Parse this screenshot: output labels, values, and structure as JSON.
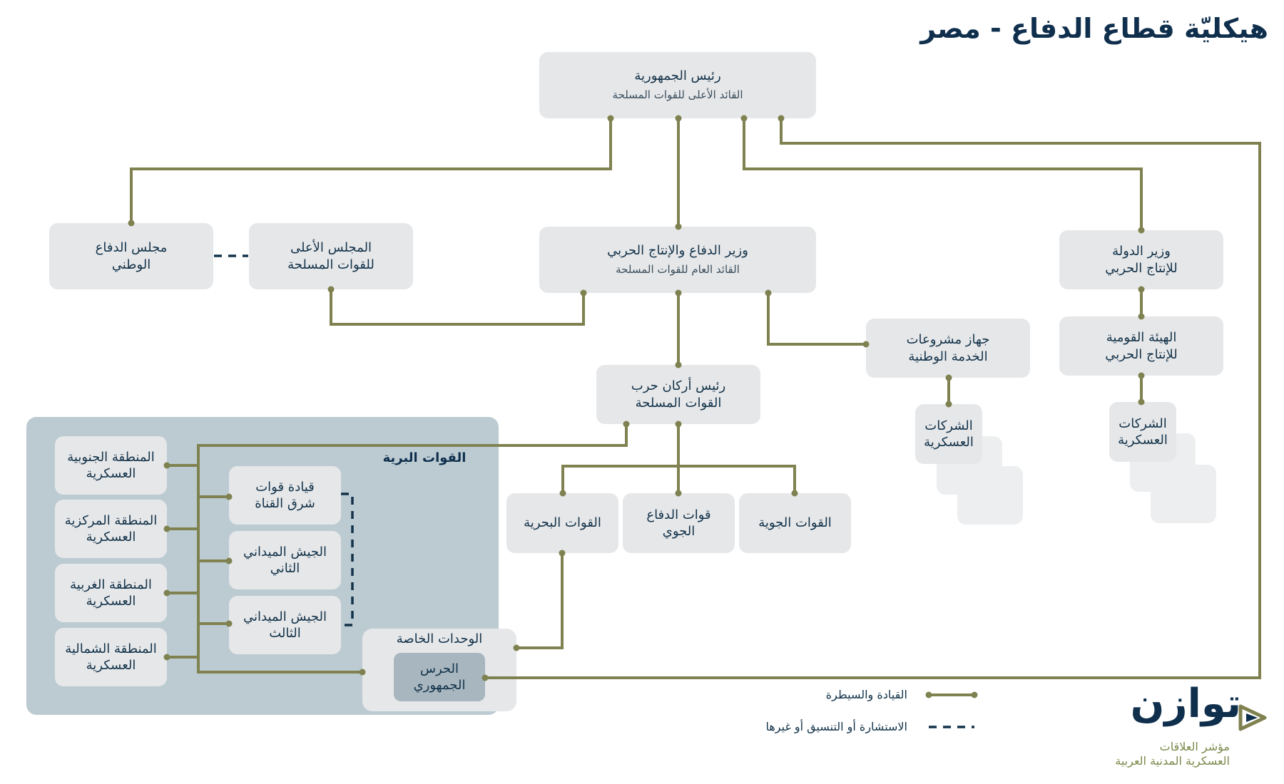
{
  "title": "هيكليّة قطاع الدفاع - مصر",
  "colors": {
    "command_line": "#7f8250",
    "coordination_line": "#13334a",
    "box_bg": "#e6e7e9",
    "panel_bg": "#bccbd2",
    "title_color": "#0f2f4d",
    "logo_tag_color": "#7a8a4a"
  },
  "nodes": {
    "president": {
      "title": "رئيس الجمهورية",
      "subtitle": "القائد الأعلى للقوات المسلحة"
    },
    "defense_council": {
      "title": "مجلس الدفاع\nالوطني"
    },
    "scaf": {
      "title": "المجلس الأعلى\nللقوات المسلحة"
    },
    "defense_minister": {
      "title": "وزير الدفاع والإنتاج الحربي",
      "subtitle": "القائد العام للقوات المسلحة"
    },
    "state_minister": {
      "title": "وزير الدولة\nللإنتاج الحربي"
    },
    "national_authority": {
      "title": "الهيئة القومية\nللإنتاج الحربي"
    },
    "nsp_org": {
      "title": "جهاز مشروعات\nالخدمة الوطنية"
    },
    "chief_of_staff": {
      "title": "رئيس أركان حرب\nالقوات المسلحة"
    },
    "companies_nsp": {
      "title": "الشركات\nالعسكرية"
    },
    "companies_mp": {
      "title": "الشركات\nالعسكرية"
    },
    "navy": {
      "title": "القوات البحرية"
    },
    "air_defense": {
      "title": "قوات الدفاع\nالجوي"
    },
    "air_force": {
      "title": "القوات الجوية"
    },
    "zone_south": {
      "title": "المنطقة الجنوبية\nالعسكرية"
    },
    "zone_central": {
      "title": "المنطقة المركزية\nالعسكرية"
    },
    "zone_west": {
      "title": "المنطقة الغربية\nالعسكرية"
    },
    "zone_north": {
      "title": "المنطقة الشمالية\nالعسكرية"
    },
    "east_canal": {
      "title": "قيادة قوات\nشرق القناة"
    },
    "second_army": {
      "title": "الجيش الميداني\nالثاني"
    },
    "third_army": {
      "title": "الجيش الميداني\nالثالث"
    }
  },
  "ground_forces_label": "القوات البرية",
  "special_units": {
    "title": "الوحدات الخاصة",
    "guard": "الحرس\nالجمهوري"
  },
  "legend": {
    "command": "القيادة والسيطرة",
    "coordination": "الاستشارة أو التنسيق أو غيرها"
  },
  "logo": {
    "word": "توازن",
    "tagline": "مؤشر العلاقات\nالعسكرية المدنية العربية",
    "icon": "triangle-logo-icon"
  }
}
